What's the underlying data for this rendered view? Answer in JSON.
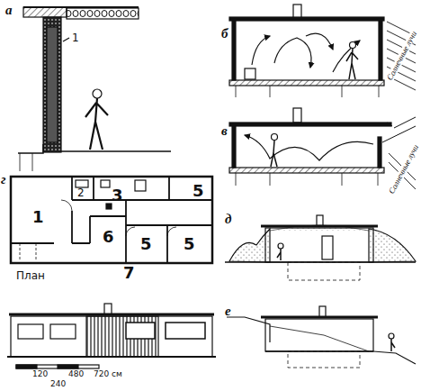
{
  "diagram": {
    "labels": [
      "а",
      "1",
      "б",
      "Солнечные лучи",
      "в",
      "Солнечные лучи",
      "г",
      "1",
      "2",
      "3",
      "5",
      "6",
      "5",
      "5",
      "7",
      "План",
      "120",
      "480",
      "720",
      "240",
      "см",
      "д",
      "е"
    ]
  }
}
